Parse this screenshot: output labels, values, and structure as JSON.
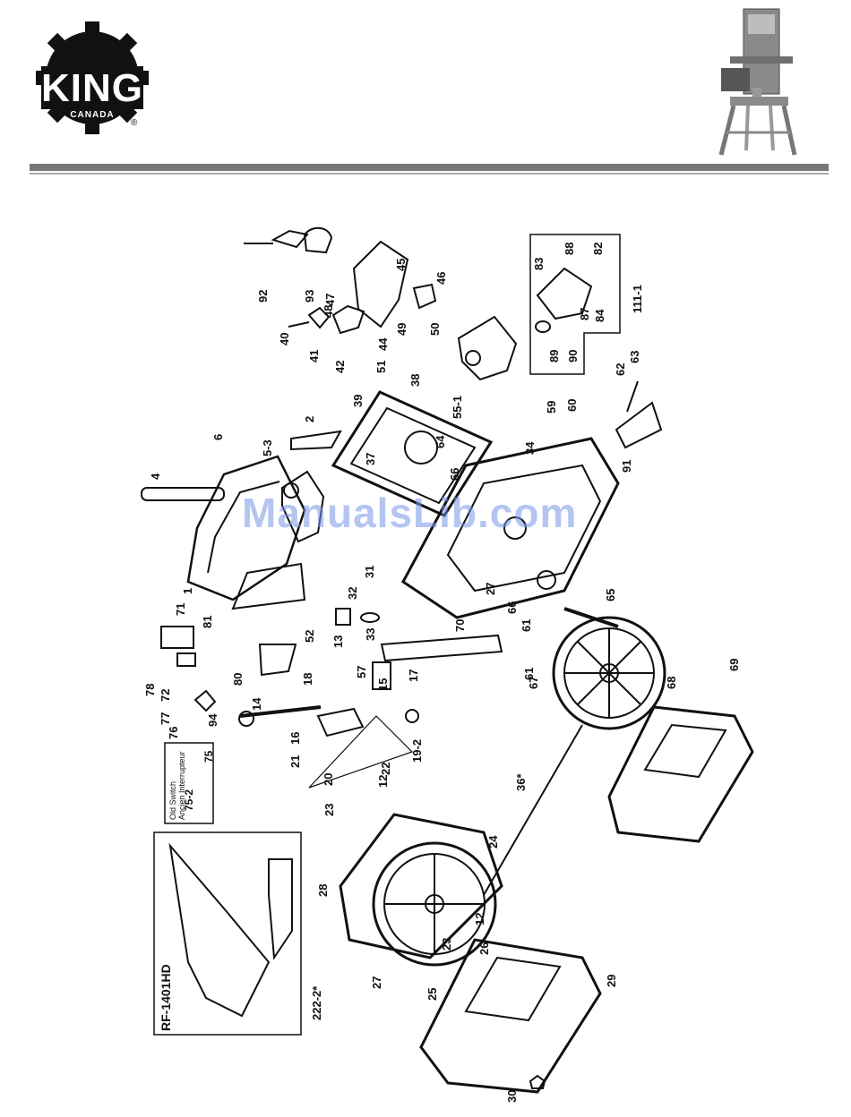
{
  "logo": {
    "brand": "KING",
    "sub": "CANADA",
    "reg": "®"
  },
  "watermark": "ManualsLib.com",
  "callouts": [
    {
      "id": "c-92",
      "text": "92"
    },
    {
      "id": "c-93",
      "text": "93"
    },
    {
      "id": "c-47",
      "text": "47"
    },
    {
      "id": "c-48",
      "text": "48"
    },
    {
      "id": "c-45",
      "text": "45"
    },
    {
      "id": "c-46",
      "text": "46"
    },
    {
      "id": "c-40",
      "text": "40"
    },
    {
      "id": "c-41",
      "text": "41"
    },
    {
      "id": "c-42",
      "text": "42"
    },
    {
      "id": "c-51",
      "text": "51"
    },
    {
      "id": "c-44",
      "text": "44"
    },
    {
      "id": "c-49",
      "text": "49"
    },
    {
      "id": "c-50",
      "text": "50"
    },
    {
      "id": "c-55-1",
      "text": "55-1"
    },
    {
      "id": "c-39",
      "text": "39"
    },
    {
      "id": "c-38",
      "text": "38"
    },
    {
      "id": "c-37",
      "text": "37"
    },
    {
      "id": "c-2",
      "text": "2"
    },
    {
      "id": "c-6",
      "text": "6"
    },
    {
      "id": "c-5-3",
      "text": "5-3"
    },
    {
      "id": "c-4",
      "text": "4"
    },
    {
      "id": "c-1",
      "text": "1"
    },
    {
      "id": "c-31",
      "text": "31"
    },
    {
      "id": "c-32",
      "text": "32"
    },
    {
      "id": "c-33",
      "text": "33"
    },
    {
      "id": "c-27a",
      "text": "27"
    },
    {
      "id": "c-70",
      "text": "70"
    },
    {
      "id": "c-64",
      "text": "64"
    },
    {
      "id": "c-66a",
      "text": "66"
    },
    {
      "id": "c-34",
      "text": "34"
    },
    {
      "id": "c-59",
      "text": "59"
    },
    {
      "id": "c-60",
      "text": "60"
    },
    {
      "id": "c-66b",
      "text": "66"
    },
    {
      "id": "c-61a",
      "text": "61"
    },
    {
      "id": "c-65",
      "text": "65"
    },
    {
      "id": "c-61b",
      "text": "61"
    },
    {
      "id": "c-67",
      "text": "67"
    },
    {
      "id": "c-68",
      "text": "68"
    },
    {
      "id": "c-69",
      "text": "69"
    },
    {
      "id": "c-62",
      "text": "62"
    },
    {
      "id": "c-63",
      "text": "63"
    },
    {
      "id": "c-91",
      "text": "91"
    },
    {
      "id": "c-83",
      "text": "83"
    },
    {
      "id": "c-88",
      "text": "88"
    },
    {
      "id": "c-82",
      "text": "82"
    },
    {
      "id": "c-87",
      "text": "87"
    },
    {
      "id": "c-84",
      "text": "84"
    },
    {
      "id": "c-89",
      "text": "89"
    },
    {
      "id": "c-90",
      "text": "90"
    },
    {
      "id": "c-111-1",
      "text": "111-1"
    },
    {
      "id": "c-71",
      "text": "71"
    },
    {
      "id": "c-81",
      "text": "81"
    },
    {
      "id": "c-52",
      "text": "52"
    },
    {
      "id": "c-13",
      "text": "13"
    },
    {
      "id": "c-78",
      "text": "78"
    },
    {
      "id": "c-72",
      "text": "72"
    },
    {
      "id": "c-80",
      "text": "80"
    },
    {
      "id": "c-18",
      "text": "18"
    },
    {
      "id": "c-57",
      "text": "57"
    },
    {
      "id": "c-15",
      "text": "15"
    },
    {
      "id": "c-17",
      "text": "17"
    },
    {
      "id": "c-14",
      "text": "14"
    },
    {
      "id": "c-77",
      "text": "77"
    },
    {
      "id": "c-76",
      "text": "76"
    },
    {
      "id": "c-94",
      "text": "94"
    },
    {
      "id": "c-16",
      "text": "16"
    },
    {
      "id": "c-21",
      "text": "21"
    },
    {
      "id": "c-20",
      "text": "20"
    },
    {
      "id": "c-22",
      "text": "22"
    },
    {
      "id": "c-19-2",
      "text": "19-2"
    },
    {
      "id": "c-23a",
      "text": "23"
    },
    {
      "id": "c-12a",
      "text": "12"
    },
    {
      "id": "c-36",
      "text": "36*"
    },
    {
      "id": "c-24",
      "text": "24"
    },
    {
      "id": "c-28",
      "text": "28"
    },
    {
      "id": "c-12b",
      "text": "12"
    },
    {
      "id": "c-23b",
      "text": "23"
    },
    {
      "id": "c-26",
      "text": "26"
    },
    {
      "id": "c-27b",
      "text": "27"
    },
    {
      "id": "c-25",
      "text": "25"
    },
    {
      "id": "c-29",
      "text": "29"
    },
    {
      "id": "c-30",
      "text": "30"
    },
    {
      "id": "c-75-2",
      "text": "75-2"
    },
    {
      "id": "c-75",
      "text": "75"
    },
    {
      "id": "c-rf",
      "text": "RF-1401HD"
    },
    {
      "id": "c-222",
      "text": "222-2*"
    }
  ],
  "old_switch": {
    "line1": "Old Switch",
    "line2": "Ancien Interrupteur"
  },
  "colors": {
    "ink": "#111111",
    "rule": "#777777",
    "watermark": "#7896e6"
  }
}
